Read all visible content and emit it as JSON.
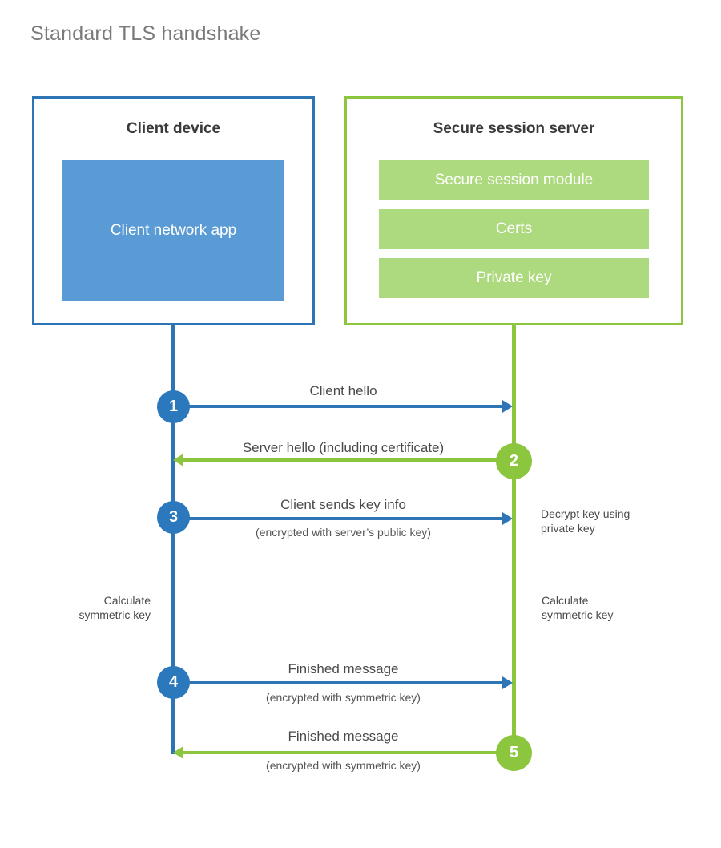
{
  "title": "Standard TLS handshake",
  "colors": {
    "client_accent": "#2e75b6",
    "client_fill": "#5b9bd5",
    "server_accent": "#8cc63e",
    "server_fill": "#adda7e",
    "step_blue": "#2b78bc",
    "text": "#4a4a4a"
  },
  "client": {
    "title": "Client device",
    "app_label": "Client network app"
  },
  "server": {
    "title": "Secure session server",
    "modules": [
      {
        "label": "Secure session module"
      },
      {
        "label": "Certs"
      },
      {
        "label": "Private key"
      }
    ]
  },
  "messages": [
    {
      "step": "1",
      "label": "Client hello",
      "sublabel": "",
      "direction": "client-to-server",
      "color": "blue"
    },
    {
      "step": "2",
      "label": "Server hello (including certificate)",
      "sublabel": "",
      "direction": "server-to-client",
      "color": "green"
    },
    {
      "step": "3",
      "label": "Client sends key info",
      "sublabel": "(encrypted with server’s public key)",
      "direction": "client-to-server",
      "color": "blue"
    },
    {
      "step": "4",
      "label": "Finished message",
      "sublabel": "(encrypted with symmetric key)",
      "direction": "client-to-server",
      "color": "blue"
    },
    {
      "step": "5",
      "label": "Finished message",
      "sublabel": "(encrypted with symmetric key)",
      "direction": "server-to-client",
      "color": "green"
    }
  ],
  "annotations": {
    "server_decrypt": "Decrypt key using\nprivate key",
    "client_calculate": "Calculate\nsymmetric key",
    "server_calculate": "Calculate\nsymmetric key"
  }
}
